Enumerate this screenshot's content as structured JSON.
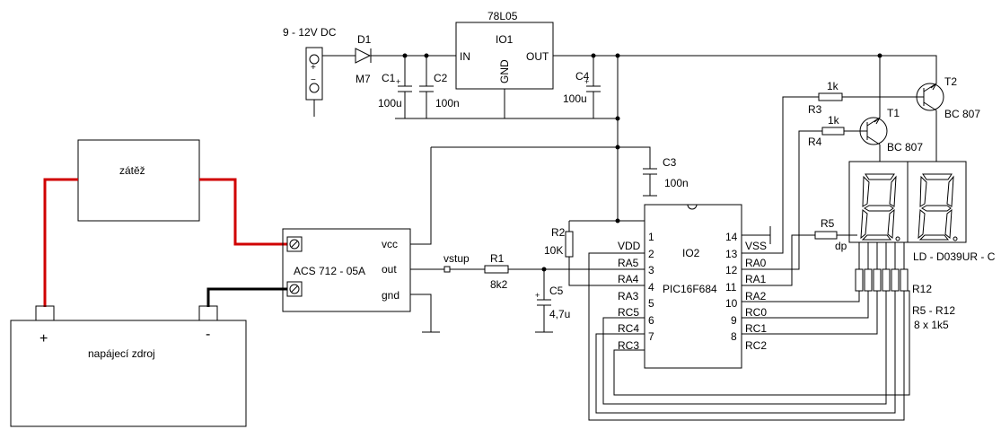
{
  "power_in": {
    "label": "9 - 12V  DC",
    "plus": "+",
    "minus": "−"
  },
  "d1": {
    "name": "D1",
    "type": "M7"
  },
  "c1": {
    "name": "C1",
    "value": "100u"
  },
  "c2": {
    "name": "C2",
    "value": "100n"
  },
  "c3": {
    "name": "C3",
    "value": "100n"
  },
  "c4": {
    "name": "C4",
    "value": "100u"
  },
  "c5": {
    "name": "C5",
    "value": "4,7u"
  },
  "io1": {
    "part": "78L05",
    "name": "IO1",
    "in": "IN",
    "out": "OUT",
    "gnd": "GND"
  },
  "load": {
    "label": "zátěž"
  },
  "supply": {
    "label": "napájecí zdroj",
    "plus": "+",
    "minus": "-"
  },
  "sensor": {
    "label": "ACS 712 - 05A",
    "vcc": "vcc",
    "out": "out",
    "gnd": "gnd"
  },
  "vstup": "vstup",
  "r1": {
    "name": "R1",
    "value": "8k2"
  },
  "r2": {
    "name": "R2",
    "value": "10K"
  },
  "r3": {
    "name": "R3",
    "value": "1k"
  },
  "r4": {
    "name": "R4",
    "value": "1k"
  },
  "r5": {
    "name": "R5",
    "value": "dp"
  },
  "r12": {
    "name": "R12"
  },
  "r_array": {
    "range": "R5 - R12",
    "value": "8 x 1k5"
  },
  "t1": {
    "name": "T1",
    "type": "BC 807"
  },
  "t2": {
    "name": "T2",
    "type": "BC 807"
  },
  "display": {
    "name": "LD - D039UR - C"
  },
  "io2": {
    "name": "IO2",
    "part": "PIC16F684",
    "left_pins": [
      {
        "num": "1",
        "label": "VDD"
      },
      {
        "num": "2",
        "label": "RA5"
      },
      {
        "num": "3",
        "label": "RA4"
      },
      {
        "num": "4",
        "label": "RA3"
      },
      {
        "num": "5",
        "label": "RC5"
      },
      {
        "num": "6",
        "label": "RC4"
      },
      {
        "num": "7",
        "label": "RC3"
      }
    ],
    "right_pins": [
      {
        "num": "14",
        "label": "VSS"
      },
      {
        "num": "13",
        "label": "RA0"
      },
      {
        "num": "12",
        "label": "RA1"
      },
      {
        "num": "11",
        "label": "RA2"
      },
      {
        "num": "10",
        "label": "RC0"
      },
      {
        "num": "9",
        "label": "RC1"
      },
      {
        "num": "8",
        "label": "RC2"
      }
    ]
  }
}
